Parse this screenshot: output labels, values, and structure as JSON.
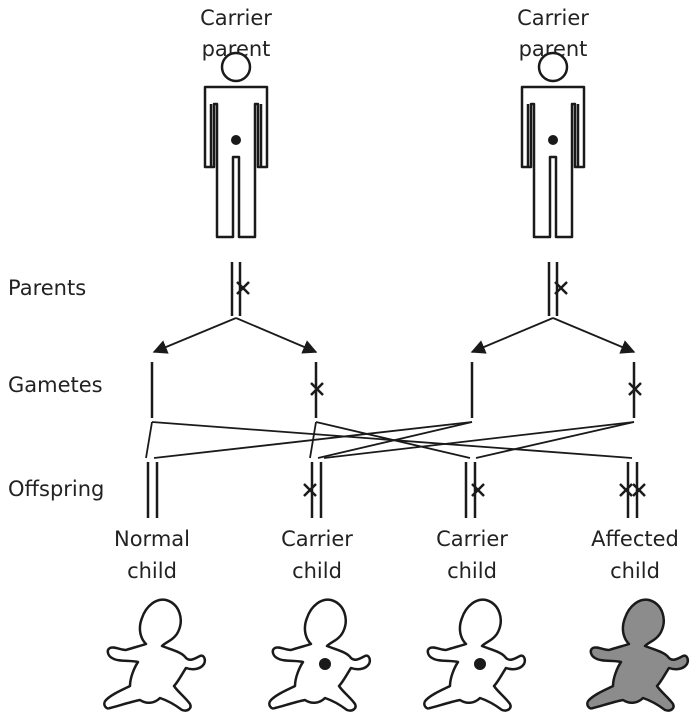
{
  "parents": [
    {
      "label_line1": "Carrier",
      "label_line2": "parent"
    },
    {
      "label_line1": "Carrier",
      "label_line2": "parent"
    }
  ],
  "row_labels": {
    "parents": "Parents",
    "gametes": "Gametes",
    "offspring": "Offspring"
  },
  "children": [
    {
      "label_line1": "Normal",
      "label_line2": "child",
      "status": "normal"
    },
    {
      "label_line1": "Carrier",
      "label_line2": "child",
      "status": "carrier"
    },
    {
      "label_line1": "Carrier",
      "label_line2": "child",
      "status": "carrier"
    },
    {
      "label_line1": "Affected",
      "label_line2": "child",
      "status": "affected"
    }
  ],
  "colors": {
    "line": "#1a1a1a",
    "affected_fill": "#8c8c8c",
    "normal_fill": "#ffffff"
  }
}
